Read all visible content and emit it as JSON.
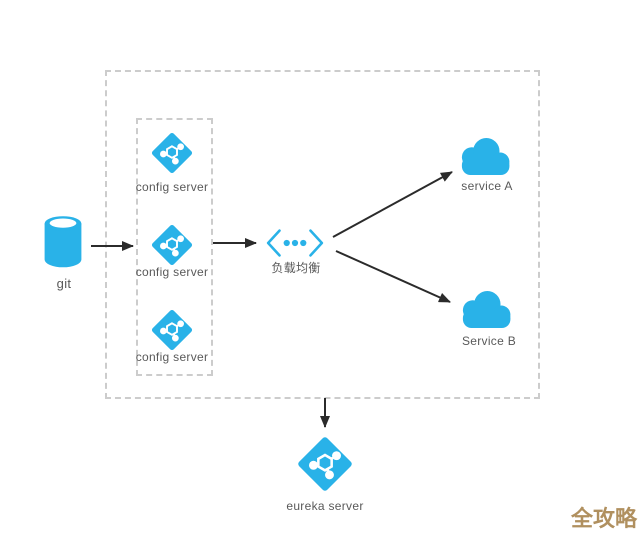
{
  "diagram": {
    "nodes": {
      "git": {
        "label": "git",
        "icon": "database-cylinder-icon"
      },
      "config_servers": [
        {
          "label": "config server",
          "icon": "service-diamond-icon"
        },
        {
          "label": "config server",
          "icon": "service-diamond-icon"
        },
        {
          "label": "config server",
          "icon": "service-diamond-icon"
        }
      ],
      "load_balancer": {
        "label": "负载均衡",
        "icon": "load-balancer-icon"
      },
      "service_a": {
        "label": "service A",
        "icon": "cloud-icon"
      },
      "service_b": {
        "label": "Service B",
        "icon": "cloud-icon"
      },
      "eureka": {
        "label": "eureka server",
        "icon": "service-diamond-icon"
      }
    },
    "edges": [
      {
        "from": "git",
        "to": "config-server-group"
      },
      {
        "from": "config-server-group",
        "to": "load-balancer"
      },
      {
        "from": "load-balancer",
        "to": "service-a"
      },
      {
        "from": "load-balancer",
        "to": "service-b"
      },
      {
        "from": "system-boundary",
        "to": "eureka-server"
      }
    ],
    "watermark": {
      "text": "全攻略"
    },
    "colors": {
      "accent": "#29b2e8",
      "arrow": "#2b2b2b",
      "dashed_border": "#cccccc",
      "label_text": "#595959",
      "watermark": "#b0905f",
      "background": "#ffffff"
    }
  }
}
